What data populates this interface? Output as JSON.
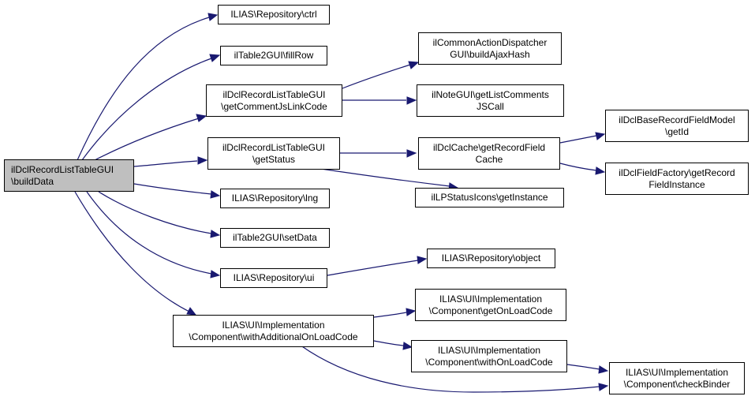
{
  "colors": {
    "edge": "#191970",
    "root_fill": "#bfbfbf",
    "node_fill": "#ffffff",
    "border": "#000000"
  },
  "nodes": {
    "root": [
      "ilDclRecordListTableGUI",
      "\\buildData"
    ],
    "ctrl": [
      "ILIAS\\Repository\\ctrl"
    ],
    "fillrow": [
      "ilTable2GUI\\fillRow"
    ],
    "getcommentjs": [
      "ilDclRecordListTableGUI",
      "\\getCommentJsLinkCode"
    ],
    "getstatus": [
      "ilDclRecordListTableGUI",
      "\\getStatus"
    ],
    "lng": [
      "ILIAS\\Repository\\lng"
    ],
    "setdata": [
      "ilTable2GUI\\setData"
    ],
    "ui": [
      "ILIAS\\Repository\\ui"
    ],
    "withadditional": [
      "ILIAS\\UI\\Implementation",
      "\\Component\\withAdditionalOnLoadCode"
    ],
    "buildajaxhash": [
      "ilCommonActionDispatcher",
      "GUI\\buildAjaxHash"
    ],
    "getlistcomments": [
      "ilNoteGUI\\getListComments",
      "JSCall"
    ],
    "getrecordfieldcache": [
      "ilDclCache\\getRecordField",
      "Cache"
    ],
    "lpstatusicons": [
      "ilLPStatusIcons\\getInstance"
    ],
    "object": [
      "ILIAS\\Repository\\object"
    ],
    "getonloadcode": [
      "ILIAS\\UI\\Implementation",
      "\\Component\\getOnLoadCode"
    ],
    "withonloadcode": [
      "ILIAS\\UI\\Implementation",
      "\\Component\\withOnLoadCode"
    ],
    "getid": [
      "ilDclBaseRecordFieldModel",
      "\\getId"
    ],
    "getrecordfieldinstance": [
      "ilDclFieldFactory\\getRecord",
      "FieldInstance"
    ],
    "checkbinder": [
      "ILIAS\\UI\\Implementation",
      "\\Component\\checkBinder"
    ]
  }
}
